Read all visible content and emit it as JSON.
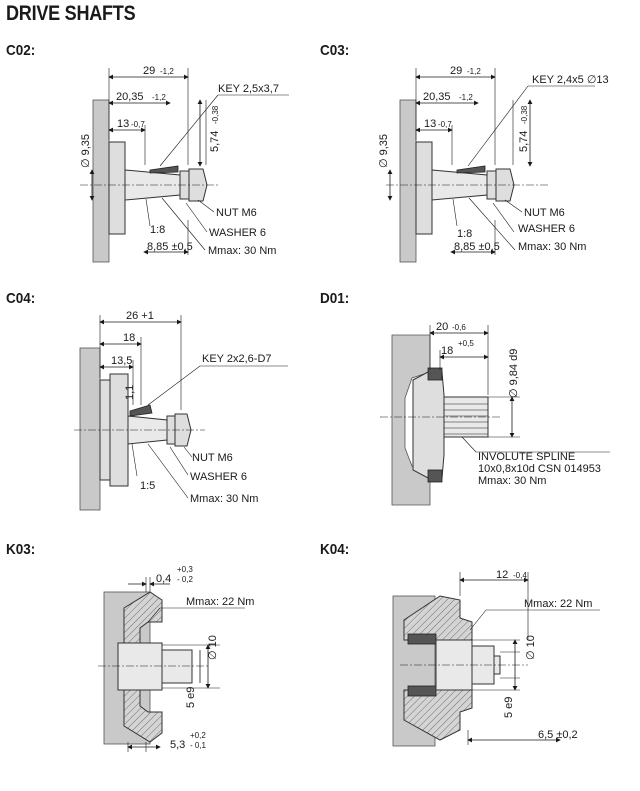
{
  "page_title": "DRIVE SHAFTS",
  "panels": {
    "c02": {
      "code": "C02:",
      "dims": {
        "overall": "29",
        "overall_tol": "-1,2",
        "mid": "20,35",
        "mid_tol": "-1,2",
        "short": "13",
        "short_tol": "-0,7",
        "dia": "∅ 9,35",
        "key_h": "5,74",
        "key_h_tol": "-0,38",
        "bottom": "8,85 ±0,5",
        "taper": "1:8"
      },
      "callouts": {
        "key": "KEY 2,5x3,7",
        "nut": "NUT M6",
        "washer": "WASHER 6",
        "torque": "Mmax: 30 Nm"
      }
    },
    "c03": {
      "code": "C03:",
      "dims": {
        "overall": "29",
        "overall_tol": "-1,2",
        "mid": "20,35",
        "mid_tol": "-1,2",
        "short": "13",
        "short_tol": "-0,7",
        "dia": "∅ 9,35",
        "key_h": "5,74",
        "key_h_tol": "-0,38",
        "bottom": "8,85 ±0,5",
        "taper": "1:8"
      },
      "callouts": {
        "key": "KEY 2,4x5 ∅13",
        "nut": "NUT M6",
        "washer": "WASHER 6",
        "torque": "Mmax: 30 Nm"
      }
    },
    "c04": {
      "code": "C04:",
      "dims": {
        "overall": "26 +1",
        "mid": "18",
        "short": "13,5",
        "key_h": "1,1",
        "taper": "1:5"
      },
      "callouts": {
        "key": "KEY 2x2,6-D7",
        "nut": "NUT M6",
        "washer": "WASHER 6",
        "torque": "Mmax: 30 Nm"
      }
    },
    "d01": {
      "code": "D01:",
      "dims": {
        "overall": "20",
        "overall_tol": "-0,6",
        "mid": "18",
        "mid_tol": "+0,5",
        "dia": "∅ 9,84 d9"
      },
      "callouts": {
        "spline": "INVOLUTE SPLINE",
        "spline_spec": "10x0,8x10d CSN 014953",
        "torque": "Mmax: 30 Nm"
      }
    },
    "k03": {
      "code": "K03:",
      "dims": {
        "top": "0,4",
        "top_tol_up": "+0,3",
        "top_tol_down": "- 0,2",
        "dia": "∅ 10",
        "bore": "5 e9",
        "bottom": "5,3",
        "bottom_tol_up": "+0,2",
        "bottom_tol_down": "- 0,1"
      },
      "callouts": {
        "torque": "Mmax: 22 Nm"
      }
    },
    "k04": {
      "code": "K04:",
      "dims": {
        "top": "12",
        "top_tol": "-0,4",
        "dia": "∅ 10",
        "bore": "5 e9",
        "bottom": "6,5 ±0,2"
      },
      "callouts": {
        "torque": "Mmax: 22 Nm"
      }
    }
  }
}
